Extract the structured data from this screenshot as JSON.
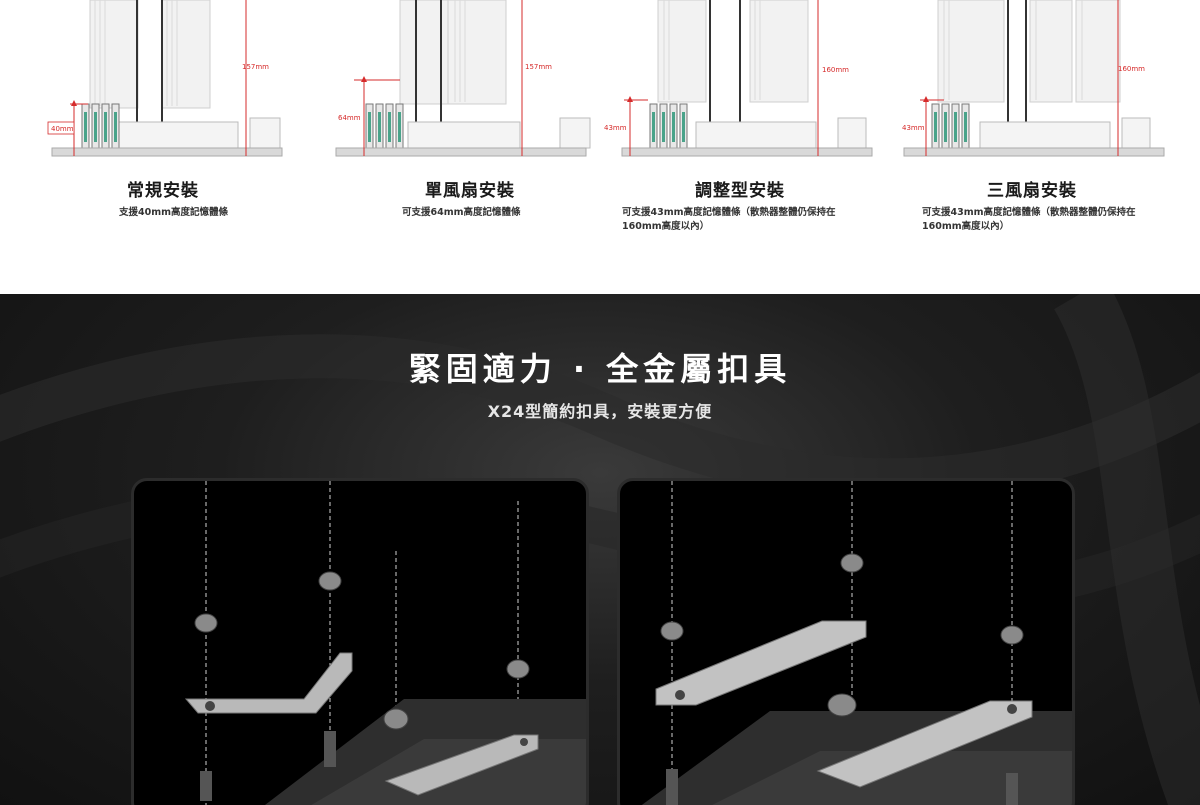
{
  "install_modes": [
    {
      "title": "常規安裝",
      "desc": "支援40mm高度記憶體條",
      "ram_label": "40mm",
      "height_label": "157mm"
    },
    {
      "title": "單風扇安裝",
      "desc": "可支援64mm高度記憶體條",
      "ram_label": "64mm",
      "height_label": "157mm"
    },
    {
      "title": "調整型安裝",
      "desc": "可支援43mm高度記憶體條（散熱器整體仍保持在160mm高度以內）",
      "ram_label": "43mm",
      "height_label": "160mm"
    },
    {
      "title": "三風扇安裝",
      "desc": "可支援43mm高度記憶體條（散熱器整體仍保持在160mm高度以內）",
      "ram_label": "43mm",
      "height_label": "160mm"
    }
  ],
  "mounting": {
    "headline": "緊固適力 · 全金屬扣具",
    "subline": "X24型簡約扣具，安裝更方便"
  },
  "colors": {
    "dimension_red": "#d62b2b",
    "dark_bg": "#1a1a1a",
    "panel_bg": "#000000"
  }
}
